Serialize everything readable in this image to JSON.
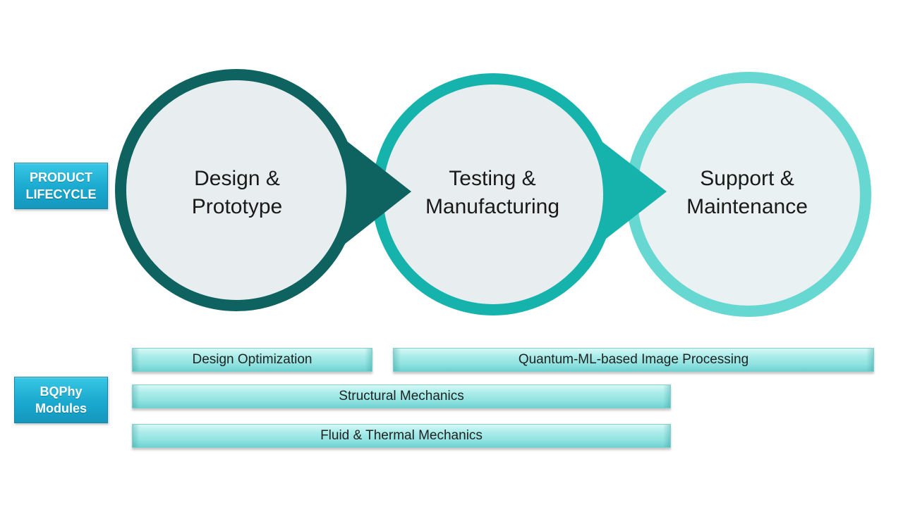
{
  "product_lifecycle": {
    "label_lines": [
      "PRODUCT",
      "LIFECYCLE"
    ],
    "stages": [
      {
        "lines": [
          "Design &",
          "Prototype"
        ],
        "ring_color": "#0e6360"
      },
      {
        "lines": [
          "Testing &",
          "Manufacturing"
        ],
        "ring_color": "#16b3ad"
      },
      {
        "lines": [
          "Support &",
          "Maintenance"
        ],
        "ring_color": "#66d7d1"
      }
    ],
    "circle_fill": "#e8eef0"
  },
  "bqphy_modules": {
    "label_lines": [
      "BQPhy",
      "Modules"
    ],
    "items": [
      {
        "label": "Design Optimization"
      },
      {
        "label": "Quantum-ML-based Image Processing"
      },
      {
        "label": "Structural Mechanics"
      },
      {
        "label": "Fluid & Thermal Mechanics"
      }
    ]
  },
  "colors": {
    "label_box": "#1aa9cf",
    "module_bar": "#8fe2e0"
  }
}
